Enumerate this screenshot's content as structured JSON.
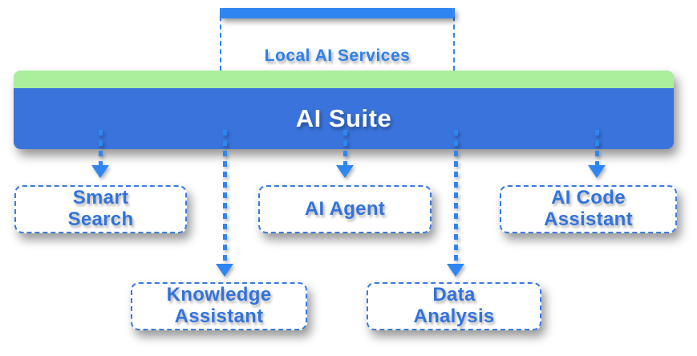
{
  "colors": {
    "accent_blue": "#2F86F1",
    "banner_blue": "#3973DB",
    "banner_green": "#ABEF9D",
    "node_border_blue": "#3B7AE0",
    "node_text_blue": "#3273DB",
    "root_text_blue": "#2E80EA",
    "suite_text": "#FFFFFF"
  },
  "diagram": {
    "root": {
      "label": "Local AI Services"
    },
    "suite": {
      "label": "AI Suite"
    },
    "nodes": [
      {
        "id": "smart-search",
        "label": "Smart\nSearch"
      },
      {
        "id": "ai-agent",
        "label": "AI Agent"
      },
      {
        "id": "ai-code-assistant",
        "label": "AI Code\nAssistant"
      },
      {
        "id": "knowledge-assistant",
        "label": "Knowledge\nAssistant"
      },
      {
        "id": "data-analysis",
        "label": "Data\nAnalysis"
      }
    ]
  }
}
